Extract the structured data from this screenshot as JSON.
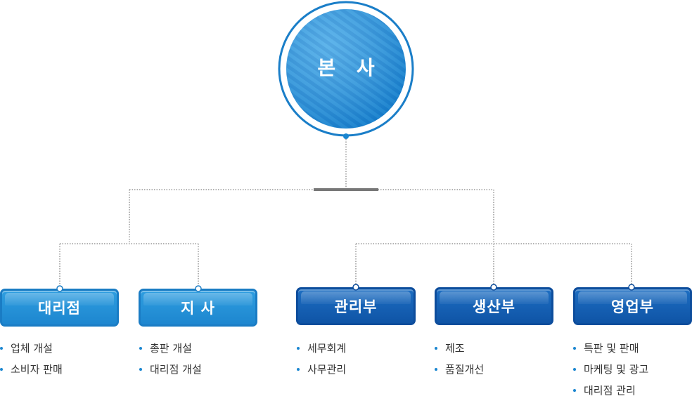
{
  "root": {
    "label": "본 사"
  },
  "departments": [
    {
      "key": "agency",
      "label": "대리점",
      "items": [
        "업체 개설",
        "소비자 판매"
      ]
    },
    {
      "key": "branch",
      "label": "지 사",
      "items": [
        "총판 개설",
        "대리점 개설"
      ]
    },
    {
      "key": "management",
      "label": "관리부",
      "items": [
        "세무회계",
        "사무관리"
      ]
    },
    {
      "key": "production",
      "label": "생산부",
      "items": [
        "제조",
        "품질개선"
      ]
    },
    {
      "key": "sales",
      "label": "영업부",
      "items": [
        "특판 및 판매",
        "마케팅 및 광고",
        "대리점 관리"
      ]
    }
  ],
  "colors": {
    "light_blue": "#1d86cf",
    "dark_blue": "#0f54a6",
    "connector": "#666666",
    "bullet": "#1a86d0"
  }
}
